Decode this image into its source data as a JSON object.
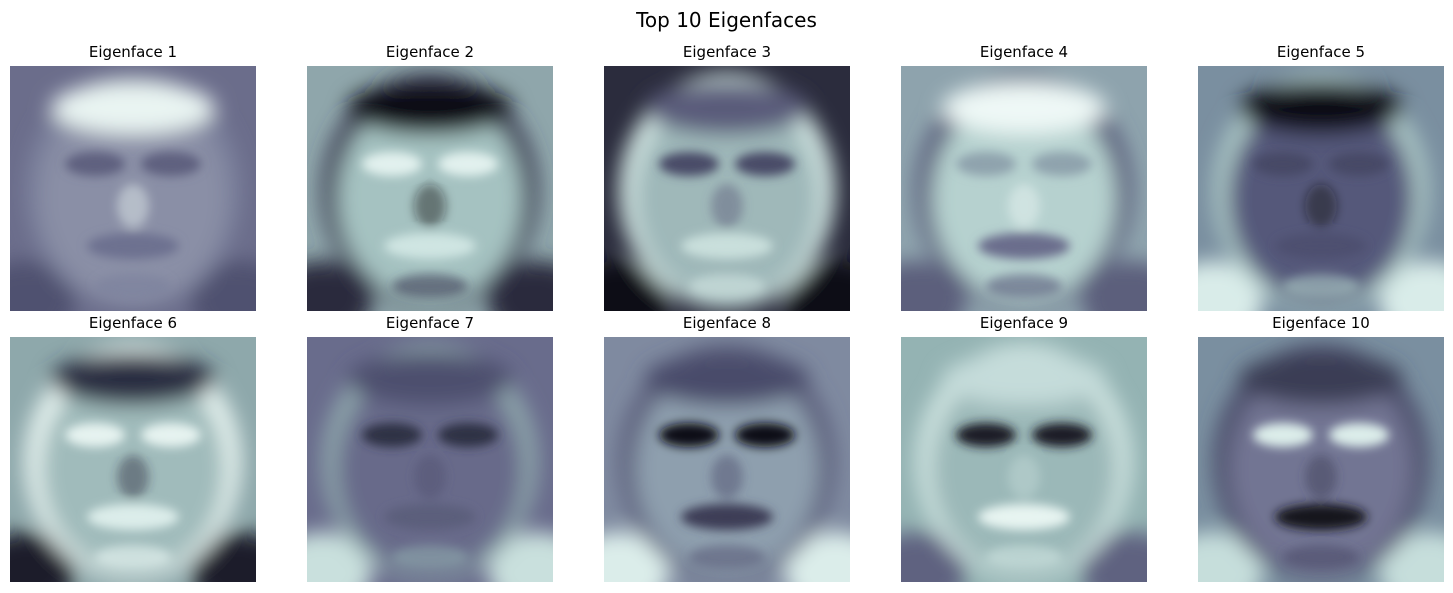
{
  "figure": {
    "title": "Top 10 Eigenfaces",
    "colormap": "bone",
    "colors": {
      "dark": "#0f1018",
      "mid": "#5d5f7f",
      "light": "#dff0ee"
    }
  },
  "panels": [
    {
      "title": "Eigenface 1",
      "bg": "#6b6d8b",
      "mode": "e1"
    },
    {
      "title": "Eigenface 2",
      "bg": "#8fa6ab",
      "mode": "e2"
    },
    {
      "title": "Eigenface 3",
      "bg": "#2b2c3d",
      "mode": "e3"
    },
    {
      "title": "Eigenface 4",
      "bg": "#8ea3ad",
      "mode": "e4"
    },
    {
      "title": "Eigenface 5",
      "bg": "#7a8fa0",
      "mode": "e5"
    },
    {
      "title": "Eigenface 6",
      "bg": "#8ea8ab",
      "mode": "e6"
    },
    {
      "title": "Eigenface 7",
      "bg": "#696c8c",
      "mode": "e7"
    },
    {
      "title": "Eigenface 8",
      "bg": "#7f8aa0",
      "mode": "e8"
    },
    {
      "title": "Eigenface 9",
      "bg": "#94b3b3",
      "mode": "e9"
    },
    {
      "title": "Eigenface 10",
      "bg": "#7a8fa0",
      "mode": "e10"
    }
  ]
}
